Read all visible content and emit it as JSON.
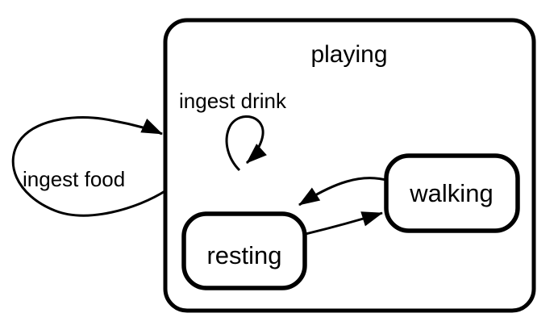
{
  "diagram": {
    "type": "state-machine",
    "background_color": "#ffffff",
    "line_color": "#000000",
    "states": [
      {
        "id": "playing",
        "label": "playing",
        "kind": "composite",
        "contains": [
          "resting",
          "walking"
        ]
      },
      {
        "id": "resting",
        "label": "resting",
        "kind": "simple"
      },
      {
        "id": "walking",
        "label": "walking",
        "kind": "simple"
      }
    ],
    "transitions": [
      {
        "label": "ingest food",
        "from": "playing",
        "to": "playing",
        "style": "self-loop-outside-left"
      },
      {
        "label": "ingest drink",
        "from": "playing",
        "to": "playing",
        "style": "self-loop-inside"
      },
      {
        "label": "",
        "from": "walking",
        "to": "resting",
        "style": "curved"
      },
      {
        "label": "",
        "from": "resting",
        "to": "walking",
        "style": "curved"
      }
    ]
  }
}
